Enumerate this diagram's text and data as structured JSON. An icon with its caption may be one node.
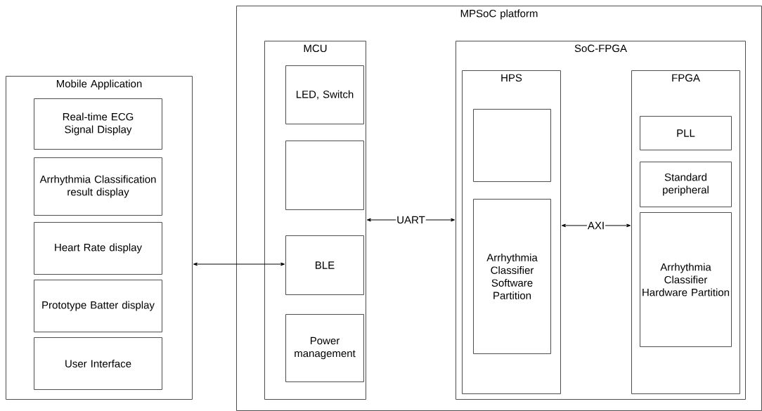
{
  "diagram": {
    "nodes": [
      {
        "text": [
          "Mobile Application"
        ]
      },
      {
        "text": [
          "Real-time ECG Signal Display"
        ],
        "in": 0
      },
      {
        "text": [
          "Arrhythmia Classification result display"
        ],
        "in": 0
      },
      {
        "text": [
          "Heart Rate display"
        ],
        "in": 0
      },
      {
        "text": [
          "Prototype Batter display"
        ],
        "in": 0
      },
      {
        "text": [
          "User Interface"
        ],
        "in": 0
      },
      {
        "text": [
          "MPSoC platform"
        ]
      },
      {
        "text": [
          "MCU"
        ],
        "in": 6
      },
      {
        "text": [
          "LED, Switch"
        ],
        "in": 7
      },
      {
        "text": [],
        "shape": "box",
        "in": 7
      },
      {
        "text": [
          "BLE"
        ],
        "in": 7
      },
      {
        "text": [
          "Power management"
        ],
        "in": 7
      },
      {
        "text": [
          "SoC-FPGA"
        ],
        "in": 6
      },
      {
        "text": [
          "HPS"
        ],
        "in": 12
      },
      {
        "text": [],
        "shape": "box",
        "in": 13
      },
      {
        "text": [
          "Arrhythmia Classifier Software Partition"
        ],
        "in": 13
      },
      {
        "text": [
          "FPGA"
        ],
        "in": 12
      },
      {
        "text": [
          "PLL"
        ],
        "in": 16
      },
      {
        "text": [
          "Standard peripheral"
        ],
        "in": 16
      },
      {
        "text": [
          "Arrhythmia Classifier Hardware Partition"
        ],
        "in": 16
      }
    ],
    "edges": [
      {
        "from": 0,
        "to": 10,
        "arrow": "both"
      },
      {
        "from": 7,
        "to": 12,
        "arrow": "both",
        "label": "UART"
      },
      {
        "from": 13,
        "to": 16,
        "arrow": "both",
        "label": "AXI"
      }
    ]
  }
}
